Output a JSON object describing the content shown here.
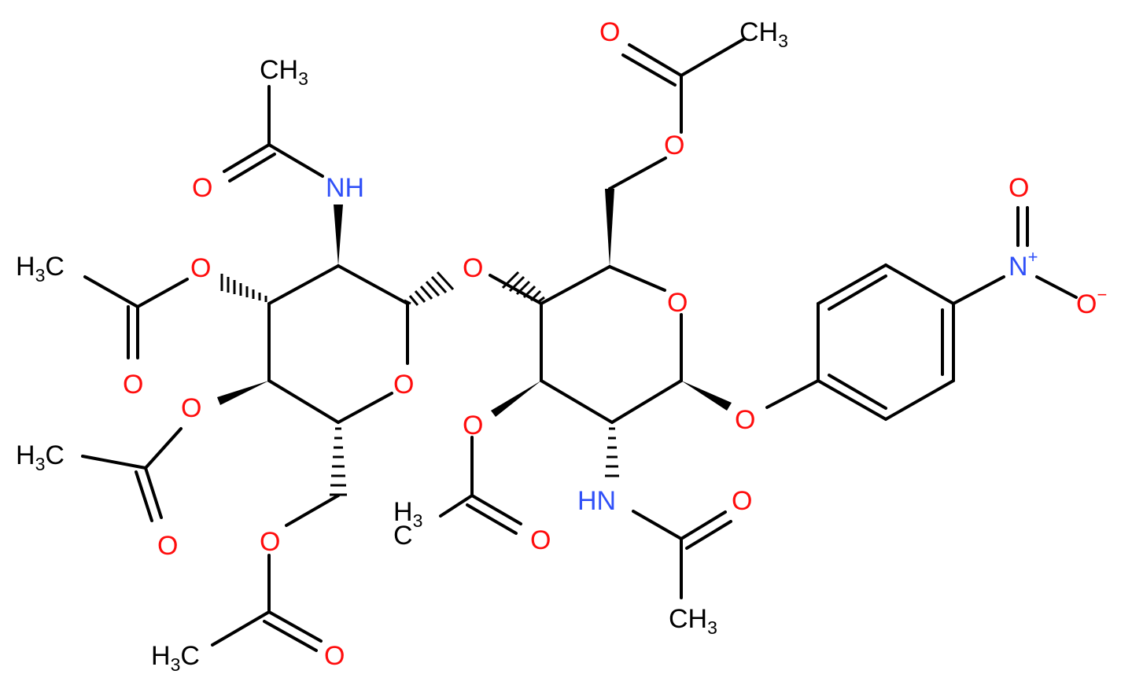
{
  "colors": {
    "bond": "#000000",
    "carbon": "#000000",
    "oxygen": "#ff0d0d",
    "nitrogen": "#3050f8"
  },
  "atoms": {
    "ch3_top_right": {
      "main": "CH",
      "sub": "3"
    },
    "ch3_top_left": {
      "main": "CH",
      "sub": "3"
    },
    "ch3_mid_left": {
      "pre": "H",
      "sub": "3",
      "main": "C"
    },
    "ch3_lower_left": {
      "pre": "H",
      "sub": "3",
      "main": "C"
    },
    "ch3_bottom_left": {
      "pre": "H",
      "sub": "3",
      "main": "C"
    },
    "ch3_center": {
      "pre": "H",
      "sub": "3",
      "main": "C"
    },
    "ch3_bottom_right": {
      "main": "CH",
      "sub": "3"
    },
    "o_top_carbonyl": "O",
    "o_top_ester": "O",
    "o_amide_left": "O",
    "nh_left": "NH",
    "o_ester_left_top": "O",
    "o_carbonyl_left_top": "O",
    "o_ring_left": "O",
    "o_glycosidic": "O",
    "o_ring_right": "O",
    "o_ester_left_mid": "O",
    "o_carbonyl_left_mid": "O",
    "o_ester_left_bottom": "O",
    "o_carbonyl_left_bottom": "O",
    "o_ester_center": "O",
    "o_carbonyl_center": "O",
    "nh_right": "HN",
    "o_amide_right": "O",
    "o_phenoxy": "O",
    "n_nitro": {
      "main": "N",
      "charge": "+"
    },
    "o_nitro_top": "O",
    "o_nitro_right": {
      "main": "O",
      "charge": "−"
    }
  }
}
